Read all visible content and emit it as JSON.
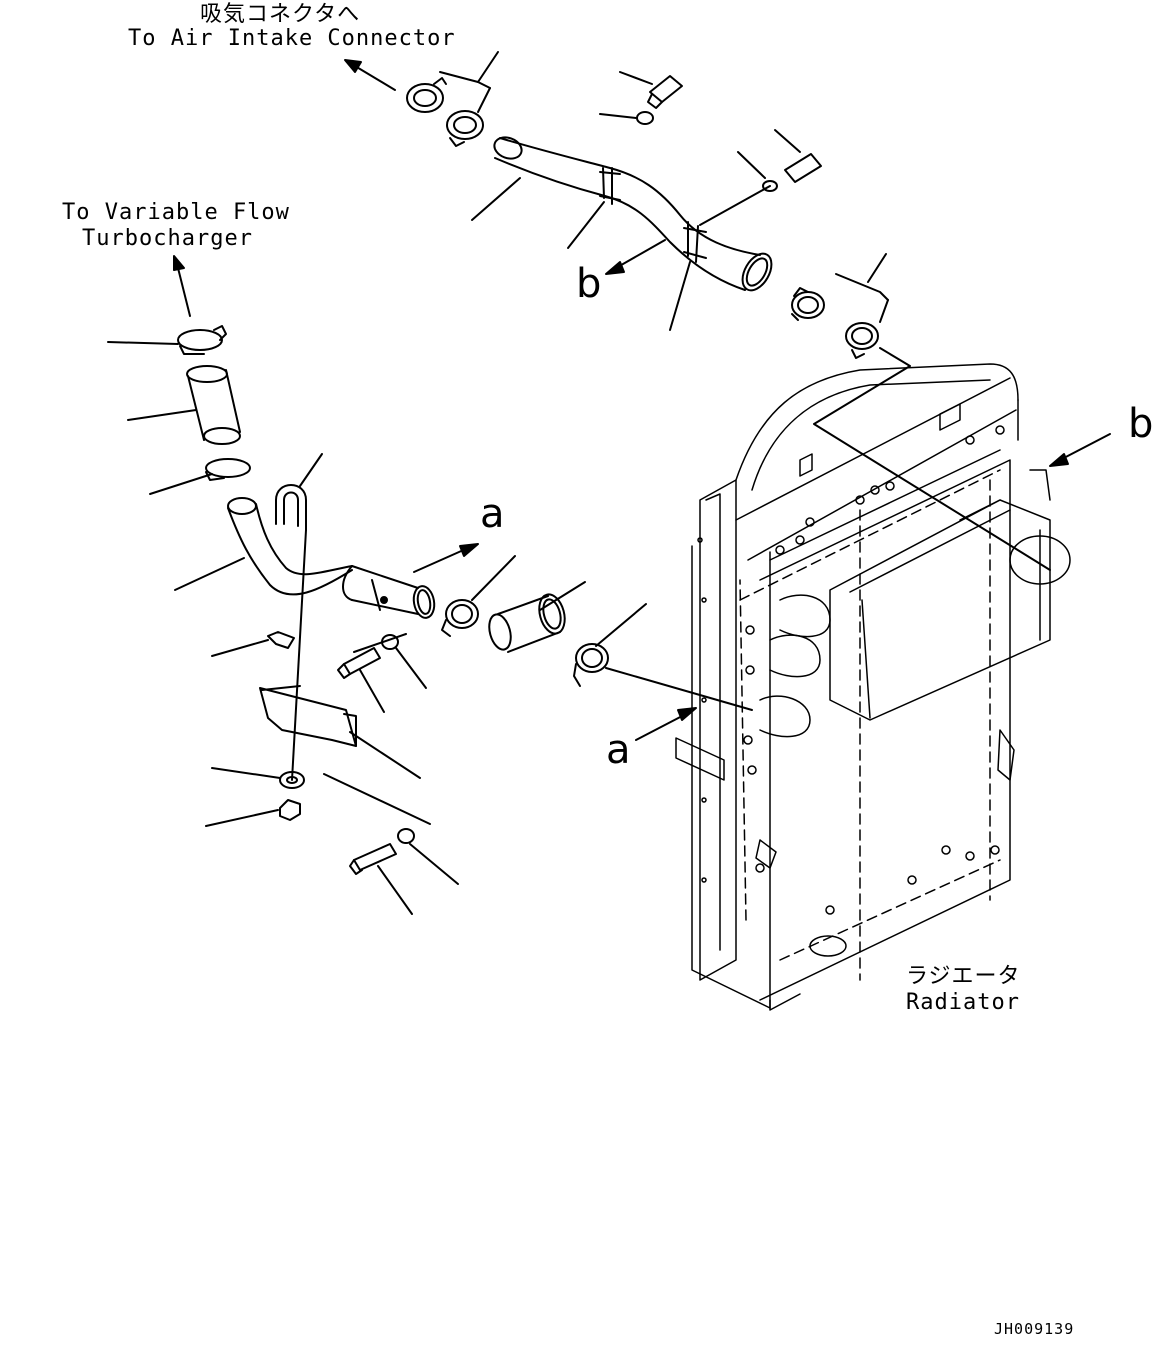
{
  "labels": {
    "air_intake_jp": "吸気コネクタへ",
    "air_intake_en": "To Air Intake Connector",
    "turbo_line1": "To Variable Flow",
    "turbo_line2": "Turbocharger",
    "radiator_jp": "ラジエータ",
    "radiator_en": "Radiator",
    "ref_a": "a",
    "ref_b": "b",
    "doc_id": "JH009139"
  },
  "colors": {
    "line": "#000000",
    "background": "#ffffff"
  }
}
